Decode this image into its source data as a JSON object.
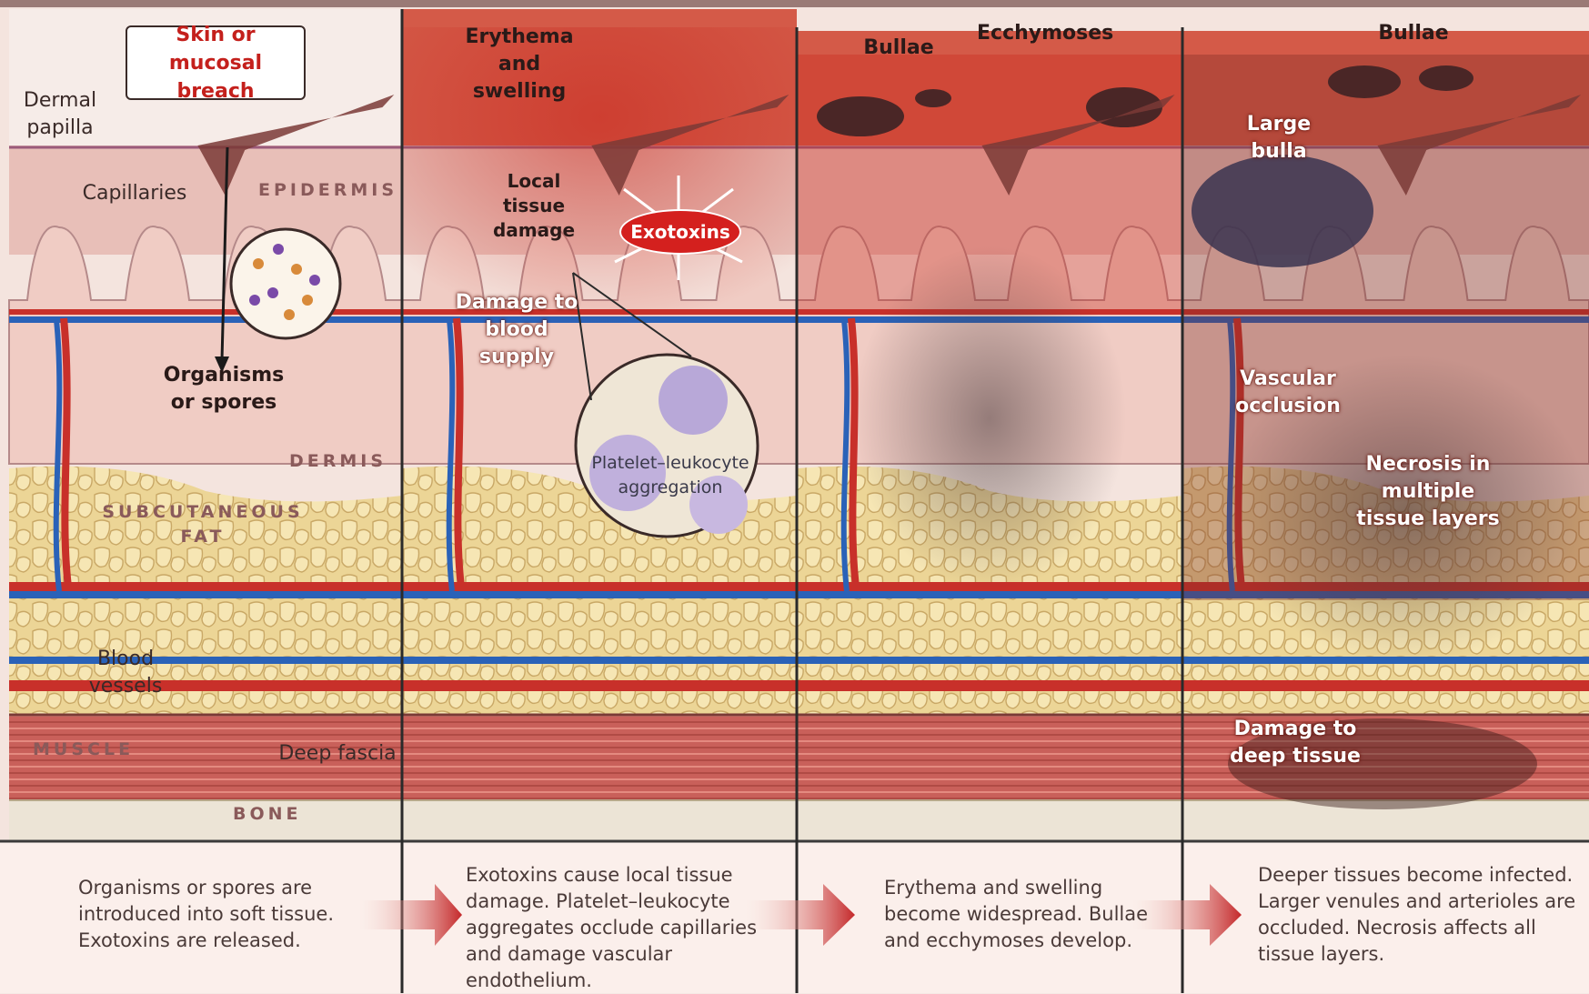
{
  "labels": {
    "skin_breach": "Skin or\nmucosal breach",
    "dermal_papilla": "Dermal\npapilla",
    "capillaries": "Capillaries",
    "organisms": "Organisms\nor spores",
    "blood_vessels": "Blood\nvessels",
    "deep_fascia": "Deep fascia",
    "erythema": "Erythema and\nswelling",
    "local_damage": "Local tissue\ndamage",
    "exotoxins": "Exotoxins",
    "blood_supply": "Damage to\nblood supply",
    "platelet": "Platelet–leukocyte\naggregation",
    "bullae_3": "Bullae",
    "ecchymoses": "Ecchymoses",
    "bullae_4": "Bullae",
    "large_bulla": "Large\nbulla",
    "vascular": "Vascular\nocclusion",
    "necrosis": "Necrosis in multiple\ntissue layers",
    "deep_tissue": "Damage to\ndeep tissue"
  },
  "layers": {
    "epidermis": "EPIDERMIS",
    "dermis": "DERMIS",
    "fat": "SUBCUTANEOUS\nFAT",
    "muscle": "MUSCLE",
    "bone": "BONE"
  },
  "captions": [
    "Organisms or spores are\nintroduced into soft tissue.\nExotoxins are released.",
    "Exotoxins cause local tissue\ndamage. Platelet–leukocyte\naggregates occlude capillaries\nand damage vascular endothelium.",
    "Erythema and swelling\nbecome widespread. Bullae\nand ecchymoses develop.",
    "Deeper tissues become infected.\nLarger venules and arterioles are\noccluded. Necrosis affects all\ntissue layers."
  ],
  "colors": {
    "epidermis": "#e8bfb8",
    "dermis": "#f0ccc4",
    "fat": "#ecd596",
    "muscle": "#c8605a",
    "bone": "#ece4d6",
    "artery": "#c8302a",
    "vein": "#2a62b8",
    "infection": "#c8281e",
    "caption_bg": "#fbefeb"
  }
}
